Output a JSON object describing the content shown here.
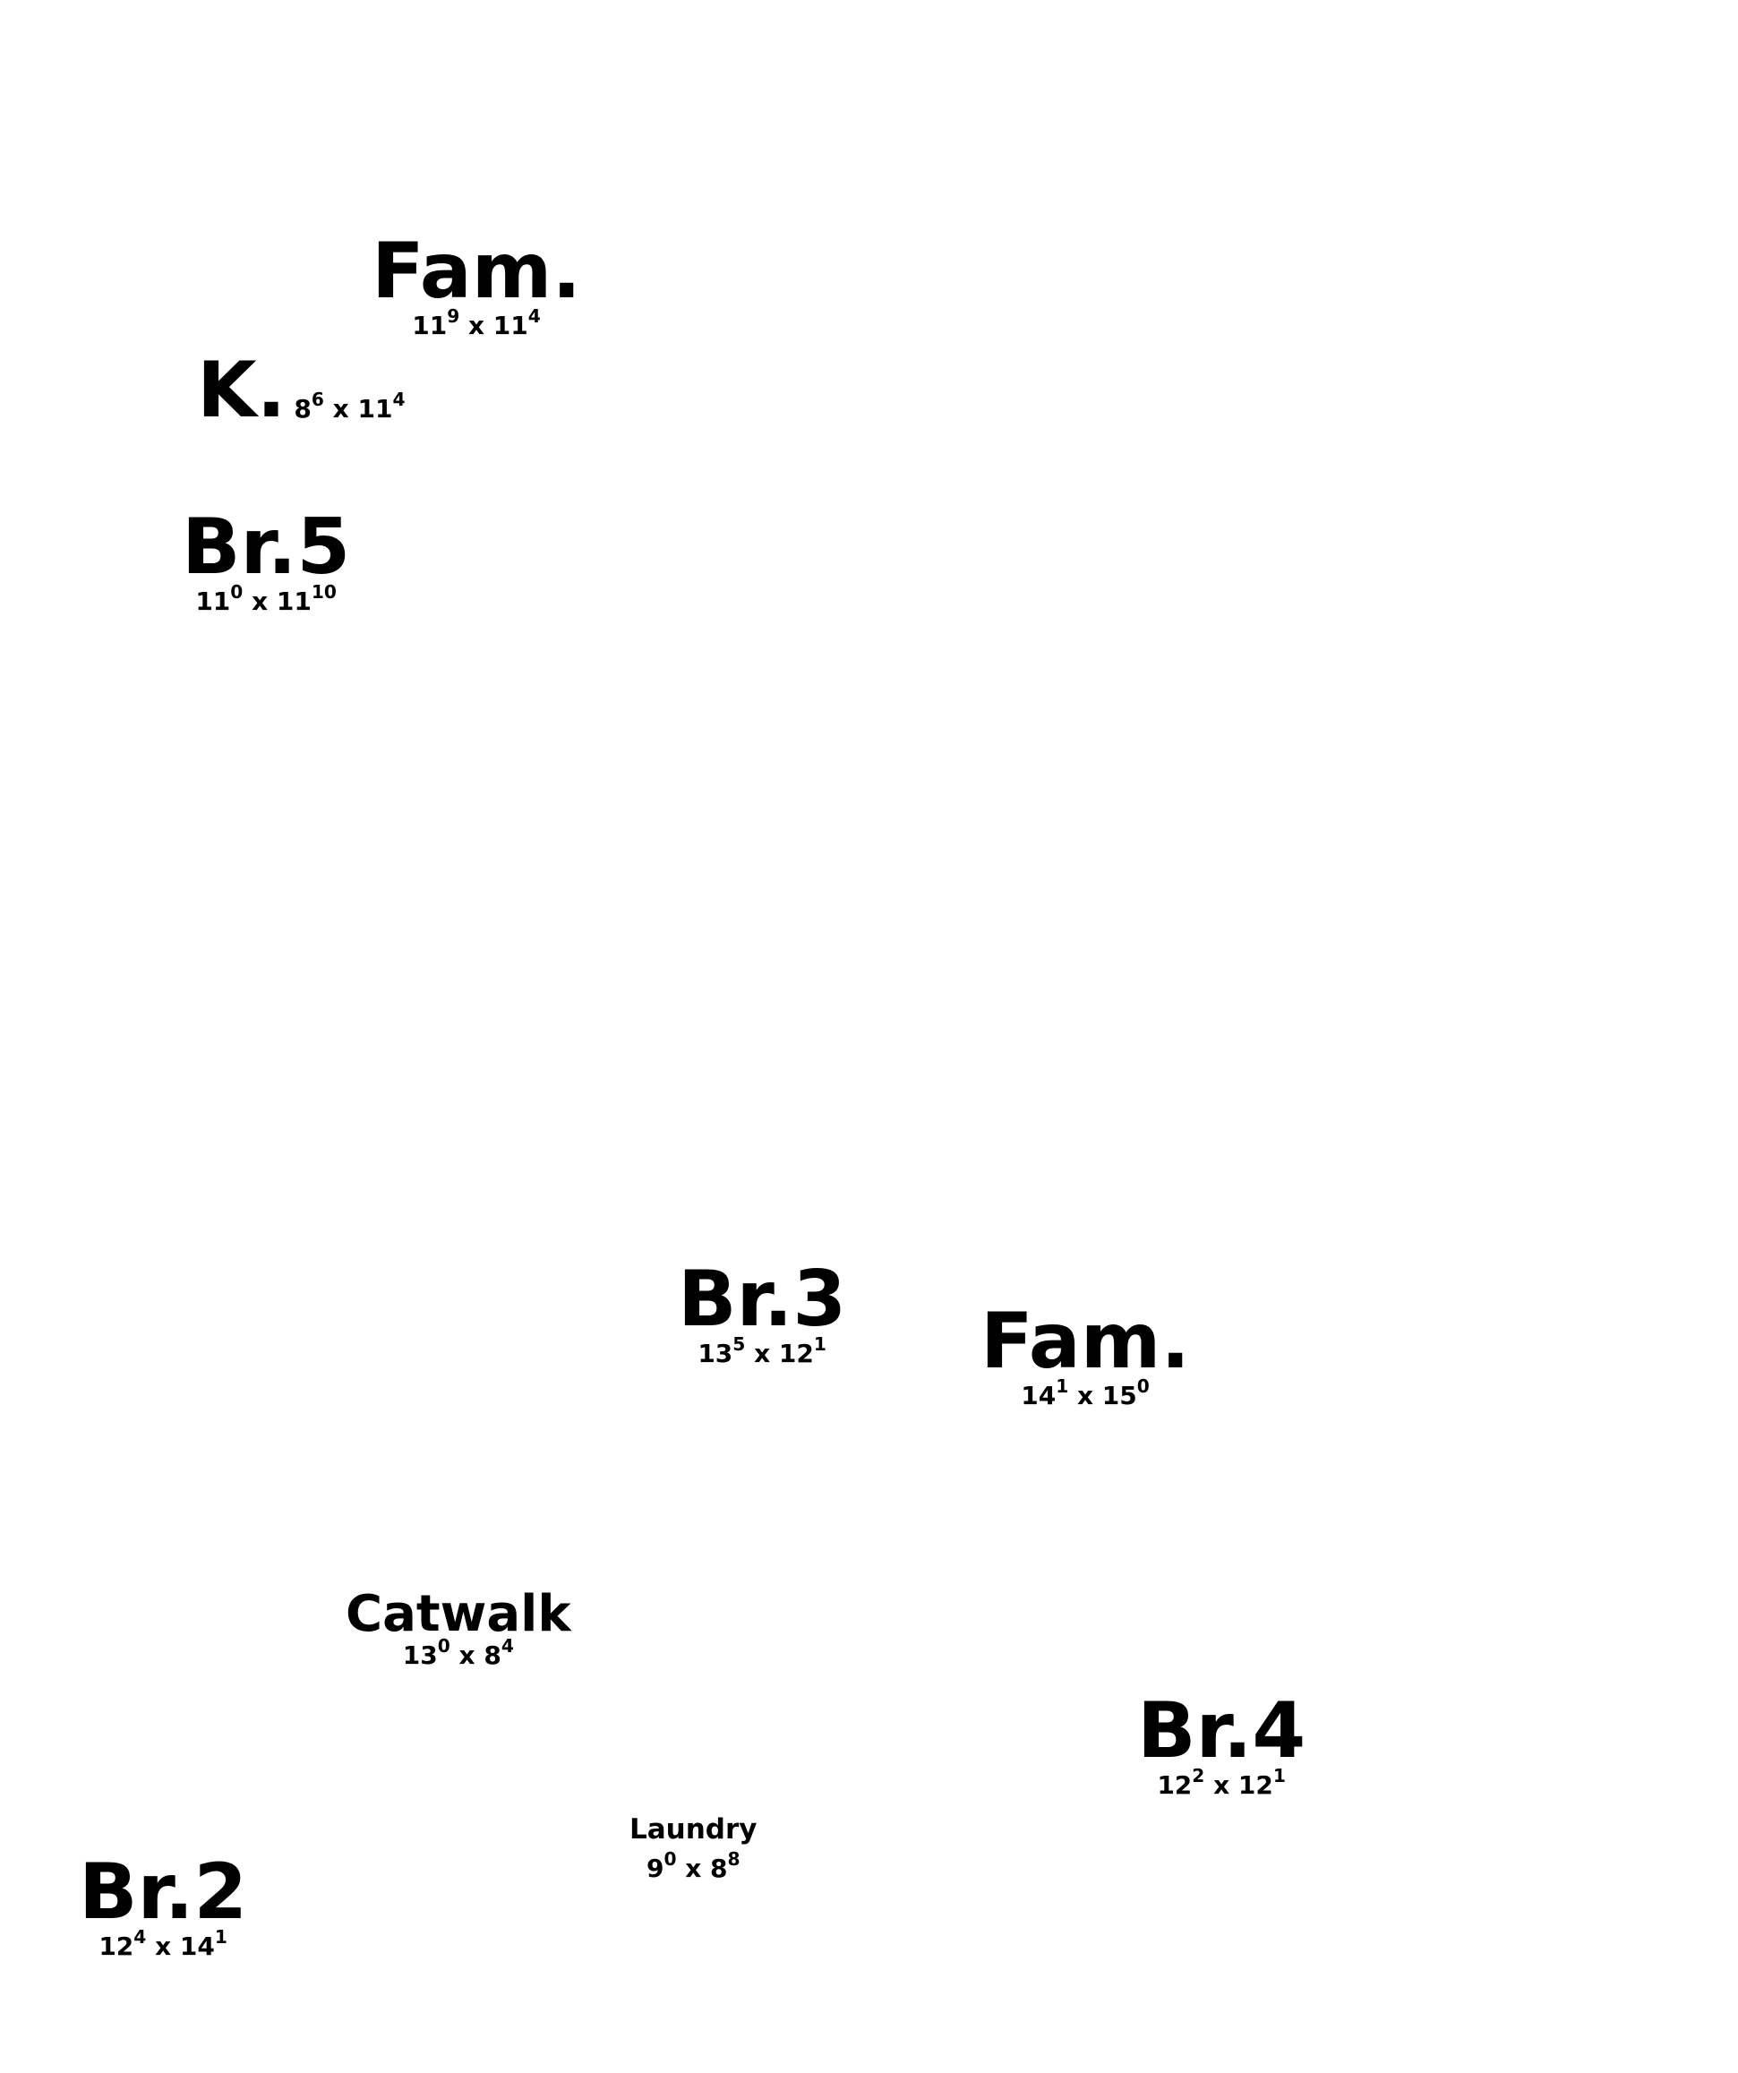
{
  "rooms": [
    {
      "id": "fam-upper",
      "name": "Fam.",
      "w": "11",
      "wi": "9",
      "l": "11",
      "li": "4"
    },
    {
      "id": "kitchen",
      "name": "K.",
      "w": "8",
      "wi": "6",
      "l": "11",
      "li": "4"
    },
    {
      "id": "br5",
      "name": "Br.5",
      "w": "11",
      "wi": "0",
      "l": "11",
      "li": "10"
    },
    {
      "id": "br3",
      "name": "Br.3",
      "w": "13",
      "wi": "5",
      "l": "12",
      "li": "1"
    },
    {
      "id": "fam-lower",
      "name": "Fam.",
      "w": "14",
      "wi": "1",
      "l": "15",
      "li": "0"
    },
    {
      "id": "catwalk",
      "name": "Catwalk",
      "w": "13",
      "wi": "0",
      "l": "8",
      "li": "4"
    },
    {
      "id": "br4",
      "name": "Br.4",
      "w": "12",
      "wi": "2",
      "l": "12",
      "li": "1"
    },
    {
      "id": "laundry",
      "name": "Laundry",
      "w": "9",
      "wi": "0",
      "l": "8",
      "li": "8"
    },
    {
      "id": "br2",
      "name": "Br.2",
      "w": "12",
      "wi": "4",
      "l": "14",
      "li": "1"
    }
  ],
  "separator": "x"
}
